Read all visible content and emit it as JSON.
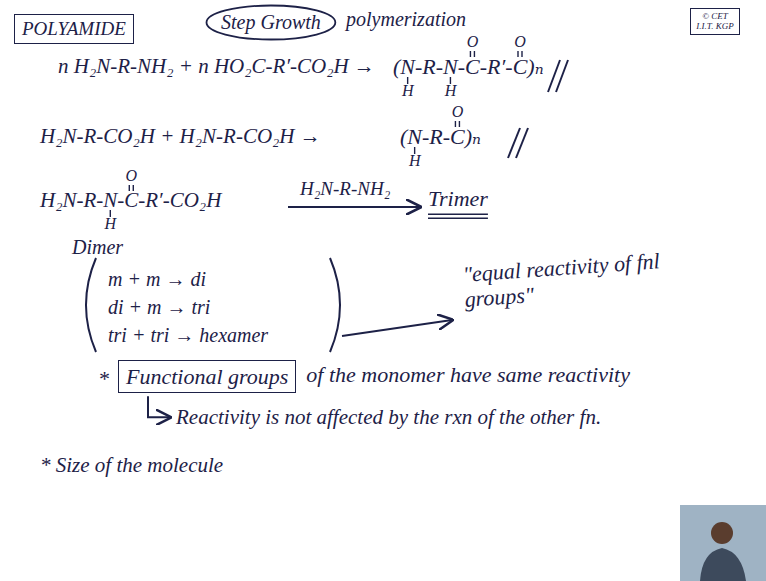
{
  "diagram": {
    "nodes": [
      {
        "text": [
          "POLYAMIDE"
        ]
      },
      {
        "text": [
          "Step Growth"
        ]
      },
      {
        "text": [
          "© CET I.I.T. KGP"
        ]
      },
      {
        "text": [
          "Functional groups"
        ]
      }
    ],
    "labels": [
      "polymerization",
      "n H₂N-R-NH₂ + n HO₂C-R′-CO₂H →",
      "(N-R-N-C-R′-C)ₙ",
      "O",
      "O",
      "H",
      "H",
      "H₂N-R-CO₂H + H₂N-R-CO₂H →",
      "(N-R-C)ₙ",
      "O",
      "H",
      "H₂N-R-N-C-R′-CO₂H",
      "H",
      "O",
      "Dimer",
      "H₂N-R-NH₂",
      "Trimer",
      "m + m → di",
      "di + m → tri",
      "tri + tri → hexamer",
      "\"equal reactivity of fnl groups\"",
      "*",
      "of the monomer have same reactivity",
      "Reactivity is not affected by the rxn of the other fn.",
      "* Size of the molecule"
    ]
  }
}
